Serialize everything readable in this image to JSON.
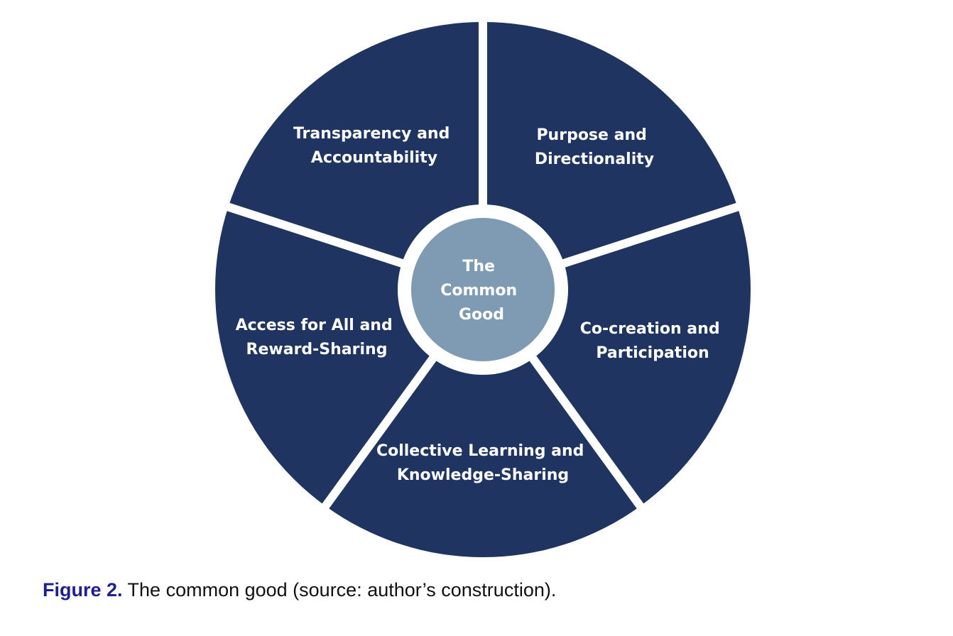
{
  "colors": {
    "segment": "#1f3461",
    "center": "#7f9bb3",
    "gap": "#ffffff",
    "caption_label": "#1f1f8f"
  },
  "diagram": {
    "center": {
      "lines": [
        "The",
        "Common",
        "Good"
      ]
    },
    "segments": [
      {
        "lines": [
          "Purpose and",
          "Directionality"
        ]
      },
      {
        "lines": [
          "Co-creation and",
          "Participation"
        ]
      },
      {
        "lines": [
          "Collective Learning and",
          "Knowledge-Sharing"
        ]
      },
      {
        "lines": [
          "Access for All and",
          "Reward-Sharing"
        ]
      },
      {
        "lines": [
          "Transparency and",
          "Accountability"
        ]
      }
    ]
  },
  "caption": {
    "label": "Figure 2.",
    "text": " The common good (source: author’s construction)."
  }
}
